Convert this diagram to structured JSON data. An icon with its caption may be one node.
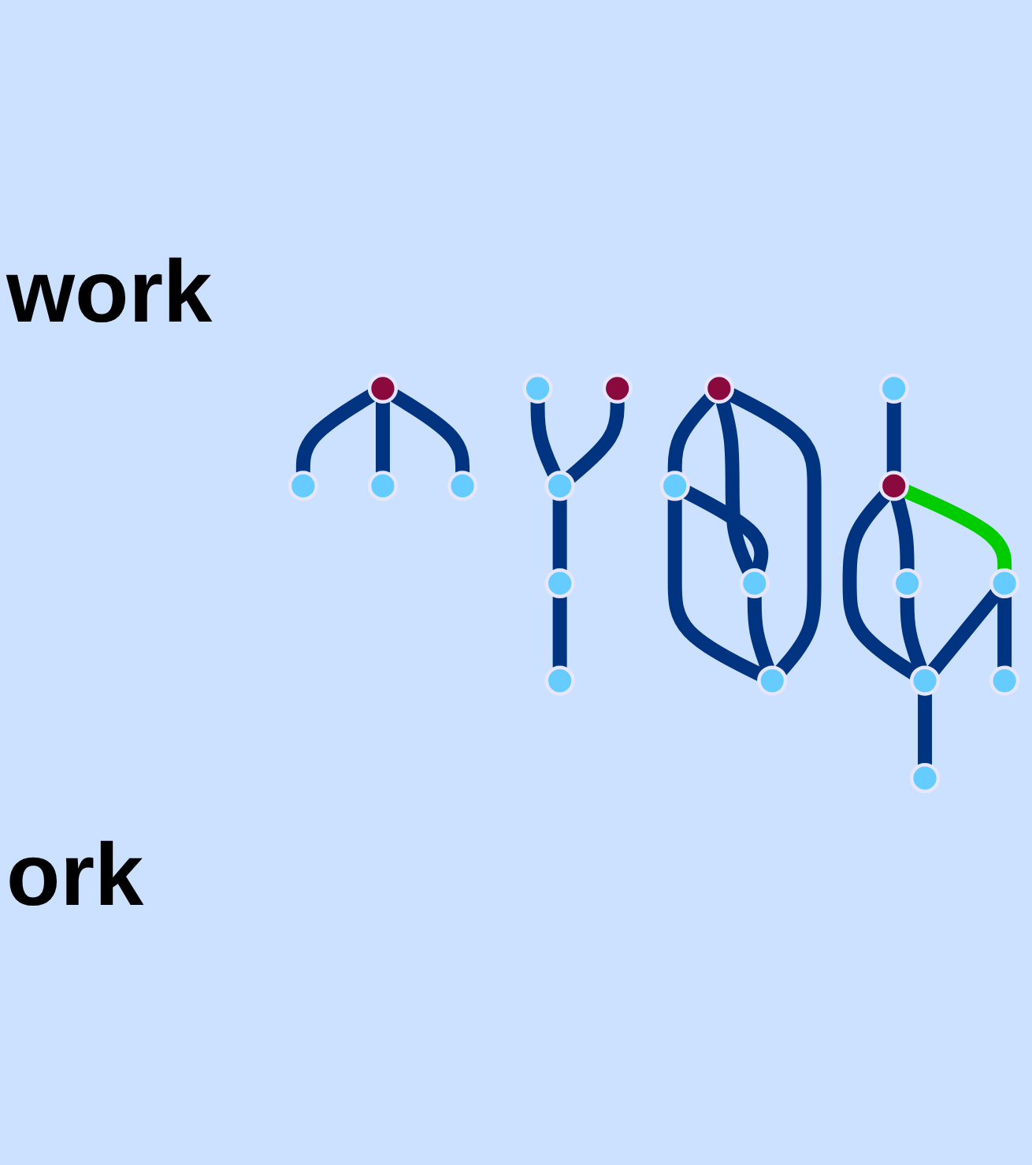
{
  "diagram": {
    "nodes": [
      {
        "text": [],
        "shape": "circle"
      },
      {
        "text": [],
        "shape": "circle"
      },
      {
        "text": [],
        "shape": "circle"
      },
      {
        "text": [],
        "shape": "circle"
      },
      {
        "text": [],
        "shape": "circle"
      },
      {
        "text": [],
        "shape": "circle"
      },
      {
        "text": [],
        "shape": "circle"
      },
      {
        "text": [],
        "shape": "circle"
      },
      {
        "text": [],
        "shape": "circle"
      },
      {
        "text": [],
        "shape": "circle"
      },
      {
        "text": [],
        "shape": "circle"
      },
      {
        "text": [],
        "shape": "circle"
      },
      {
        "text": [],
        "shape": "circle"
      },
      {
        "text": [],
        "shape": "circle"
      },
      {
        "text": [],
        "shape": "circle"
      },
      {
        "text": [],
        "shape": "circle"
      },
      {
        "text": [],
        "shape": "circle"
      },
      {
        "text": [],
        "shape": "circle"
      },
      {
        "text": [],
        "shape": "circle"
      },
      {
        "text": [],
        "shape": "circle"
      }
    ],
    "edges": [
      {
        "from": 0,
        "to": 1,
        "arrow": "none"
      },
      {
        "from": 0,
        "to": 2,
        "arrow": "none"
      },
      {
        "from": 0,
        "to": 3,
        "arrow": "none"
      },
      {
        "from": 4,
        "to": 6,
        "arrow": "none"
      },
      {
        "from": 5,
        "to": 6,
        "arrow": "none"
      },
      {
        "from": 6,
        "to": 7,
        "arrow": "none"
      },
      {
        "from": 7,
        "to": 8,
        "arrow": "none"
      },
      {
        "from": 9,
        "to": 10,
        "arrow": "none"
      },
      {
        "from": 9,
        "to": 11,
        "arrow": "none"
      },
      {
        "from": 10,
        "to": 12,
        "arrow": "none"
      },
      {
        "from": 11,
        "to": 12,
        "arrow": "none"
      },
      {
        "from": 9,
        "to": 12,
        "arrow": "none"
      },
      {
        "from": 10,
        "to": 11,
        "arrow": "none"
      },
      {
        "from": 13,
        "to": 14,
        "arrow": "none"
      },
      {
        "from": 14,
        "to": 15,
        "arrow": "none"
      },
      {
        "from": 14,
        "to": 16,
        "arrow": "none",
        "color": "#00cc00"
      },
      {
        "from": 14,
        "to": 17,
        "arrow": "none"
      },
      {
        "from": 15,
        "to": 17,
        "arrow": "none"
      },
      {
        "from": 16,
        "to": 17,
        "arrow": "none"
      },
      {
        "from": 16,
        "to": 18,
        "arrow": "none"
      },
      {
        "from": 17,
        "to": 19,
        "arrow": "none"
      }
    ],
    "labels": [
      "work",
      "ork"
    ]
  }
}
